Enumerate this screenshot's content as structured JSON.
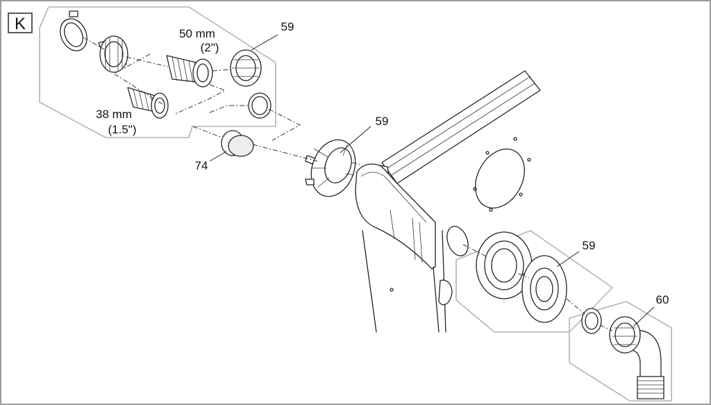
{
  "diagram": {
    "panel_letter": "K",
    "labels": {
      "size_large": "50 mm",
      "size_large_inch": "(2\")",
      "size_small": "38 mm",
      "size_small_inch": "(1.5\")",
      "part_59_top": "59",
      "part_59_middle": "59",
      "part_59_lower": "59",
      "part_74": "74",
      "part_60": "60"
    }
  }
}
